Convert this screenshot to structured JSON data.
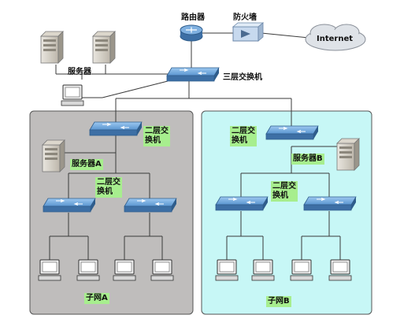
{
  "labels": {
    "router": "路由器",
    "firewall": "防火墙",
    "internet": "Internet",
    "servers": "服务器",
    "l3_switch": "三层交换机",
    "l2_switch_a_line1": "二层交",
    "l2_switch_a_line2": "换机",
    "server_a": "服务器A",
    "l2_switch_a2_line1": "二层交",
    "l2_switch_a2_line2": "换机",
    "subnet_a": "子网A",
    "l2_switch_b_line1": "二层交",
    "l2_switch_b_line2": "换机",
    "server_b": "服务器B",
    "l2_switch_b2_line1": "二层交",
    "l2_switch_b2_line2": "换机",
    "subnet_b": "子网B"
  },
  "colors": {
    "zone_a": "#bfbdbc",
    "zone_b": "#c7f7f6",
    "switch_top": "#6fa8dc",
    "switch_side": "#3d6fa5",
    "label_bg": "#a7ee8e",
    "cloud": "#d9dde2",
    "line": "#3a3a3a"
  }
}
